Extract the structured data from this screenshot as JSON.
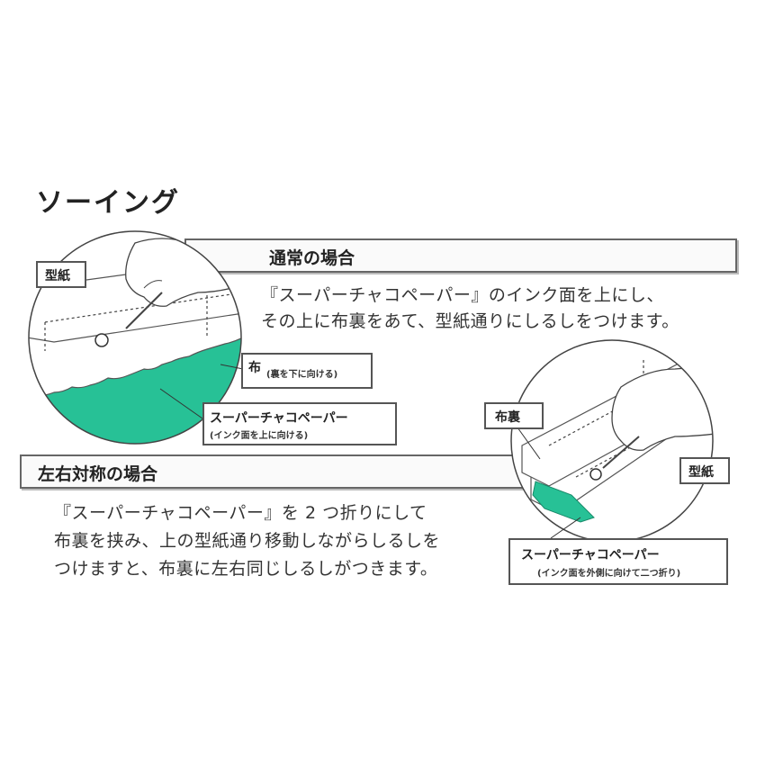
{
  "page_title": "ソーイング",
  "colors": {
    "accent_green": "#27c196",
    "line_gray": "#555555",
    "banner_bg": "#fafafa"
  },
  "normal_case": {
    "heading": "通常の場合",
    "lines": [
      "『スーパーチャコペーパー』のインク面を上にし、",
      "その上に布裏をあて、型紙通りにしるしをつけます。"
    ],
    "label_pattern": "型紙",
    "label_fabric": "布",
    "label_fabric_note": "(裏を下に向ける)",
    "label_paper": "スーパーチャコペーパー",
    "label_paper_note": "(インク面を上に向ける)"
  },
  "symmetric_case": {
    "heading": "左右対称の場合",
    "lines": [
      "『スーパーチャコペーパー』を 2 つ折りにして",
      "布裏を挟み、上の型紙通り移動しながらしるしを",
      "つけますと、布裏に左右同じしるしがつきます。"
    ],
    "label_fabric_back": "布裏",
    "label_pattern": "型紙",
    "label_paper": "スーパーチャコペーパー",
    "label_paper_note": "(インク面を外側に向けて二つ折り)"
  }
}
